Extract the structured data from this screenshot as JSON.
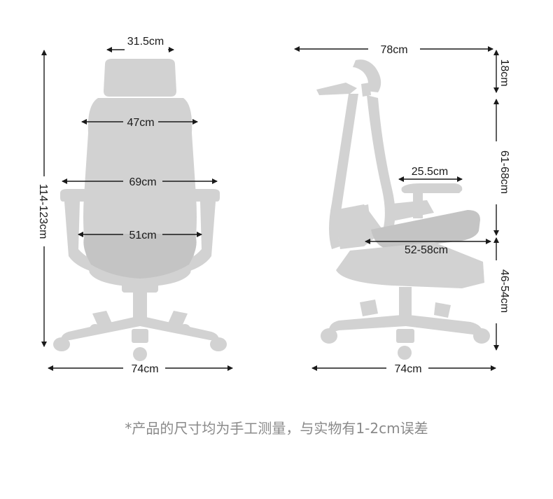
{
  "front_view": {
    "headrest_width": "31.5cm",
    "back_width": "47cm",
    "armrest_span": "69cm",
    "seat_width": "51cm",
    "total_height": "114-123cm",
    "base_width": "74cm"
  },
  "side_view": {
    "overall_depth": "78cm",
    "headrest_adjust": "18cm",
    "backrest_height": "61-68cm",
    "armrest_length": "25.5cm",
    "seat_depth": "52-58cm",
    "seat_height": "46-54cm",
    "base_width": "74cm"
  },
  "footnote": "*产品的尺寸均为手工测量，与实物有1-2cm误差"
}
